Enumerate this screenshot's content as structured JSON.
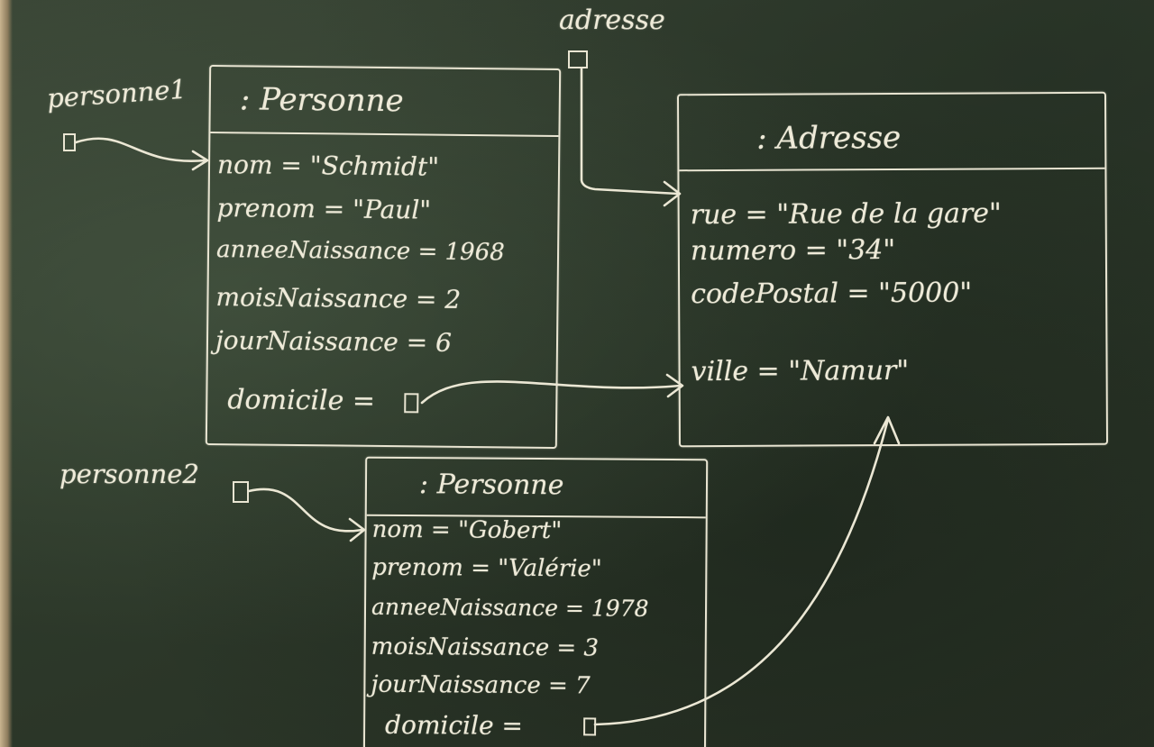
{
  "variables": {
    "personne1": "personne1",
    "personne2": "personne2",
    "adresse": "adresse"
  },
  "objects": {
    "personne1": {
      "title": ": Personne",
      "attributes": [
        "nom = \"Schmidt\"",
        "prenom = \"Paul\"",
        "anneeNaissance = 1968",
        "moisNaissance = 2",
        "jourNaissance = 6"
      ],
      "domicile_label": "domicile ="
    },
    "adresse": {
      "title": ": Adresse",
      "attributes": [
        "rue = \"Rue de la gare\"",
        "numero = \"34\"",
        "codePostal = \"5000\"",
        "ville = \"Namur\""
      ]
    },
    "personne2": {
      "title": ": Personne",
      "attributes": [
        "nom = \"Gobert\"",
        "prenom = \"Valérie\"",
        "anneeNaissance = 1978",
        "moisNaissance = 3",
        "jourNaissance = 7"
      ],
      "domicile_label": "domicile ="
    }
  },
  "colors": {
    "chalkboard": "#2f3a2c",
    "chalk": "#ece8d6"
  }
}
